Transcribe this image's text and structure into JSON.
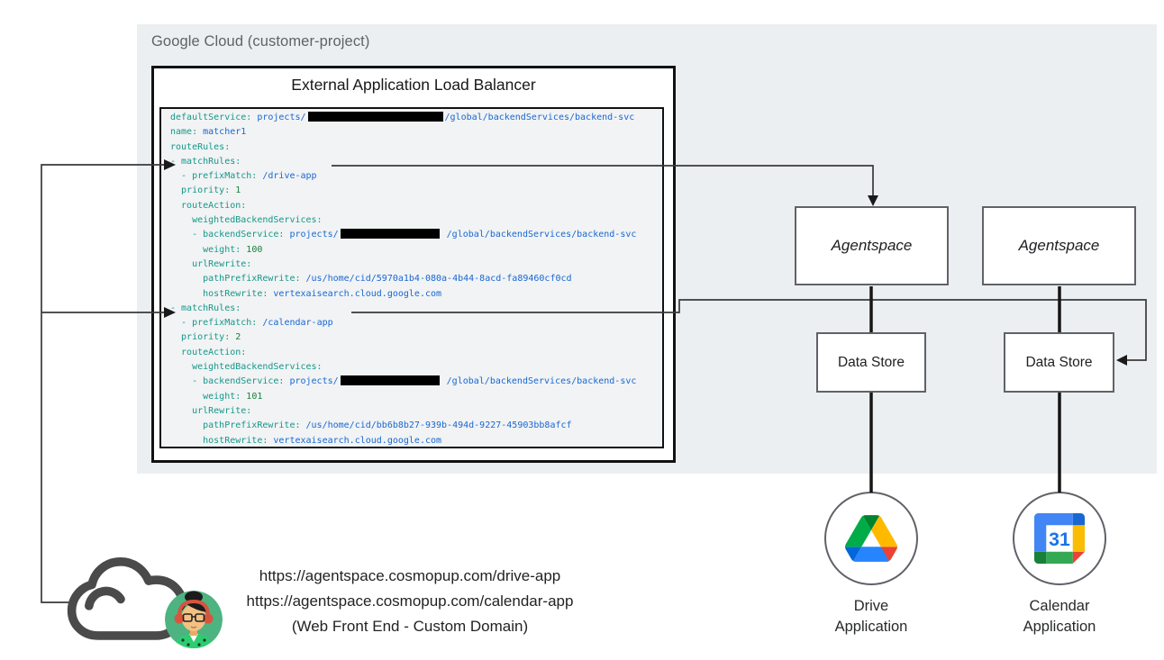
{
  "colors": {
    "region_bg": "#eceff1",
    "code_bg": "#f1f3f4",
    "code_key": "#16978a",
    "code_string": "#1967d2",
    "code_number": "#188038",
    "box_border": "#5f6368",
    "drive_blue": "#2684fc",
    "drive_green": "#00ac47",
    "drive_yellow": "#ffba00",
    "drive_red": "#ea4335",
    "calendar_blue": "#4285f4",
    "calendar_yellow": "#fbbc04",
    "calendar_green": "#34a853",
    "calendar_red": "#ea4335"
  },
  "region": {
    "title": "Google Cloud (customer-project)"
  },
  "load_balancer": {
    "title": "External Application Load Balancer"
  },
  "code": {
    "lines": [
      [
        [
          "k",
          "defaultService: "
        ],
        [
          "s",
          "projects/"
        ],
        [
          "r",
          150
        ],
        [
          "s",
          "/global/backendServices/backend-svc"
        ]
      ],
      [
        [
          "k",
          "name: "
        ],
        [
          "s",
          "matcher1"
        ]
      ],
      [
        [
          "k",
          "routeRules:"
        ]
      ],
      [
        [
          "k",
          "- matchRules:"
        ]
      ],
      [
        [
          "k",
          "  - prefixMatch: "
        ],
        [
          "s",
          "/drive-app"
        ]
      ],
      [
        [
          "k",
          "  priority: "
        ],
        [
          "n",
          "1"
        ]
      ],
      [
        [
          "k",
          "  routeAction:"
        ]
      ],
      [
        [
          "k",
          "    weightedBackendServices:"
        ]
      ],
      [
        [
          "k",
          "    - backendService: "
        ],
        [
          "s",
          "projects/"
        ],
        [
          "r",
          110
        ],
        [
          "s",
          " /global/backendServices/backend-svc"
        ]
      ],
      [
        [
          "k",
          "      weight: "
        ],
        [
          "n",
          "100"
        ]
      ],
      [
        [
          "k",
          "    urlRewrite:"
        ]
      ],
      [
        [
          "k",
          "      pathPrefixRewrite: "
        ],
        [
          "s",
          "/us/home/cid/5970a1b4-080a-4b44-8acd-fa89460cf0cd"
        ]
      ],
      [
        [
          "k",
          "      hostRewrite: "
        ],
        [
          "s",
          "vertexaisearch.cloud.google.com"
        ]
      ],
      [
        [
          "k",
          "- matchRules:"
        ]
      ],
      [
        [
          "k",
          "  - prefixMatch: "
        ],
        [
          "s",
          "/calendar-app"
        ]
      ],
      [
        [
          "k",
          "  priority: "
        ],
        [
          "n",
          "2"
        ]
      ],
      [
        [
          "k",
          "  routeAction:"
        ]
      ],
      [
        [
          "k",
          "    weightedBackendServices:"
        ]
      ],
      [
        [
          "k",
          "    - backendService: "
        ],
        [
          "s",
          "projects/"
        ],
        [
          "r",
          110
        ],
        [
          "s",
          " /global/backendServices/backend-svc"
        ]
      ],
      [
        [
          "k",
          "      weight: "
        ],
        [
          "n",
          "101"
        ]
      ],
      [
        [
          "k",
          "    urlRewrite:"
        ]
      ],
      [
        [
          "k",
          "      pathPrefixRewrite: "
        ],
        [
          "s",
          "/us/home/cid/bb6b8b27-939b-494d-9227-45903bb8afcf"
        ]
      ],
      [
        [
          "k",
          "      hostRewrite: "
        ],
        [
          "s",
          "vertexaisearch.cloud.google.com"
        ]
      ]
    ]
  },
  "nodes": {
    "agentspace1": {
      "label": "Agentspace"
    },
    "agentspace2": {
      "label": "Agentspace"
    },
    "datastore1": {
      "label": "Data Store"
    },
    "datastore2": {
      "label": "Data Store"
    },
    "drive_app": {
      "label_line1": "Drive",
      "label_line2": "Application",
      "icon": "google-drive-icon"
    },
    "calendar_app": {
      "label_line1": "Calendar",
      "label_line2": "Application",
      "icon": "google-calendar-icon",
      "calendar_day": "31"
    }
  },
  "frontend": {
    "url_drive": "https://agentspace.cosmopup.com/drive-app",
    "url_calendar": "https://agentspace.cosmopup.com/calendar-app",
    "caption": "(Web Front End - Custom Domain)"
  }
}
